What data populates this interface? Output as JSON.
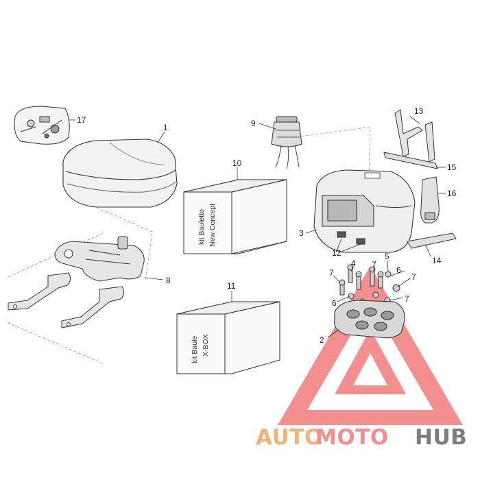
{
  "callouts": {
    "c1": "1",
    "c2": "2",
    "c3": "3",
    "c4": "4",
    "c5": "5",
    "c6a": "6",
    "c6b": "6",
    "c7a": "7",
    "c7b": "7",
    "c7c": "7",
    "c7d": "7",
    "c8": "8",
    "c9": "9",
    "c10": "10",
    "c11": "11",
    "c12": "12",
    "c13": "13",
    "c14": "14",
    "c15": "15",
    "c16": "16",
    "c17": "17"
  },
  "kit_boxes": {
    "box10": {
      "line1": "kit Bauletto",
      "line2": "New Concept"
    },
    "box11": {
      "line1": "kit Baule",
      "line2": "X-BOX"
    }
  },
  "watermark": {
    "part_auto": "AUTO",
    "part_moto": "MOTO",
    "part_hub": "HUB",
    "colors": {
      "auto": "#f3b27a",
      "moto": "#f28f8f",
      "hub": "#7d7d7d",
      "triangle": "#f06a6a"
    }
  }
}
